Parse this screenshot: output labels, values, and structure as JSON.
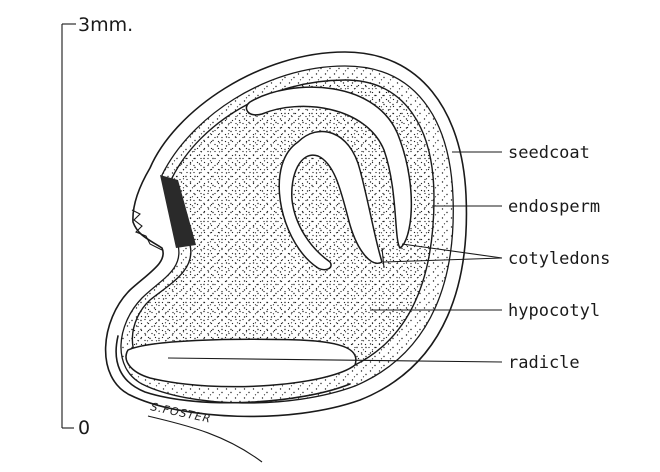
{
  "scale_bar": {
    "top_label": "3mm.",
    "bottom_label": "0"
  },
  "labels": {
    "seedcoat": "seedcoat",
    "endosperm": "endosperm",
    "cotyledons": "cotyledons",
    "hypocotyl": "hypocotyl",
    "radicle": "radicle"
  },
  "signature": "S.FOSTER",
  "colors": {
    "ink": "#1a1a1a",
    "paper": "#ffffff"
  }
}
